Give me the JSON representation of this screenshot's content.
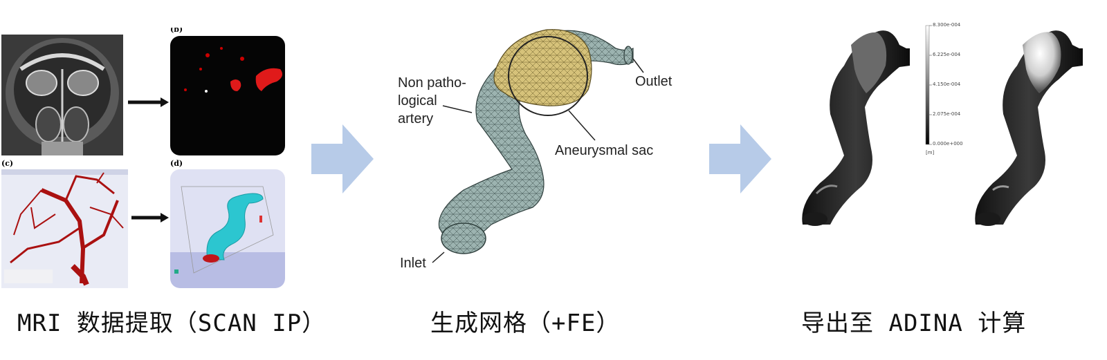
{
  "stages": [
    {
      "label": "MRI 数据提取（SCAN IP）"
    },
    {
      "label": "生成网格（+FE）"
    },
    {
      "label": "导出至 ADINA 计算"
    }
  ],
  "pipeline_panel": {
    "subfigures": [
      "(b)",
      "(c)",
      "(d)"
    ]
  },
  "mesh_annotations": {
    "non_pathological_line1": "Non patho-",
    "non_pathological_line2": "logical",
    "non_pathological_line3": "artery",
    "outlet": "Outlet",
    "aneurysmal_sac": "Aneurysmal sac",
    "inlet": "Inlet"
  },
  "scale_bar": {
    "ticks": [
      "8.300e-004",
      "6.225e-004",
      "4.150e-004",
      "2.075e-004",
      "0.000e+000"
    ],
    "unit": "[m]"
  },
  "colors": {
    "arrow": "#b7cbe8",
    "vessel_red": "#c0161a",
    "cyan_model": "#2cc6d0",
    "sac_gold": "#c9b46a",
    "mesh_gray": "#8fa6a3"
  }
}
